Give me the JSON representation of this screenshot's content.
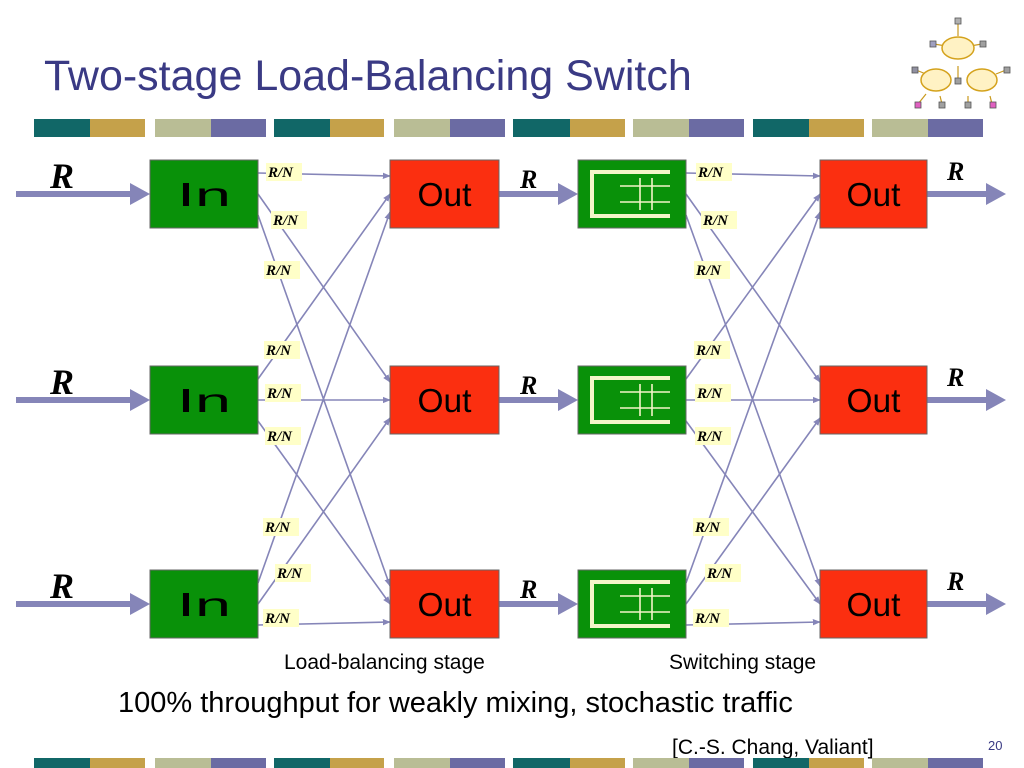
{
  "slide": {
    "title": "Two-stage Load-Balancing Switch",
    "page_number": "20",
    "throughput_note": "100% throughput for weakly mixing, stochastic traffic",
    "citation": "[C.-S. Chang, Valiant]"
  },
  "colors": {
    "title": "#3a3a84",
    "stripe": [
      "#116767",
      "#c5a14a",
      "#b9bd95",
      "#6b6ba3"
    ],
    "input_box": "#099109",
    "output_box": "#fb2f10",
    "voq_box": "#099109",
    "link_line": "#8585b8",
    "arrow": "#8585b8",
    "rate_label_bg": "#ffffc8"
  },
  "diagram": {
    "line_rate_label": "R",
    "link_rate_label": "R/N",
    "input_label": "In",
    "output_label": "Out",
    "stage_labels": [
      "Load-balancing stage",
      "Switching stage"
    ],
    "ports": 3
  }
}
